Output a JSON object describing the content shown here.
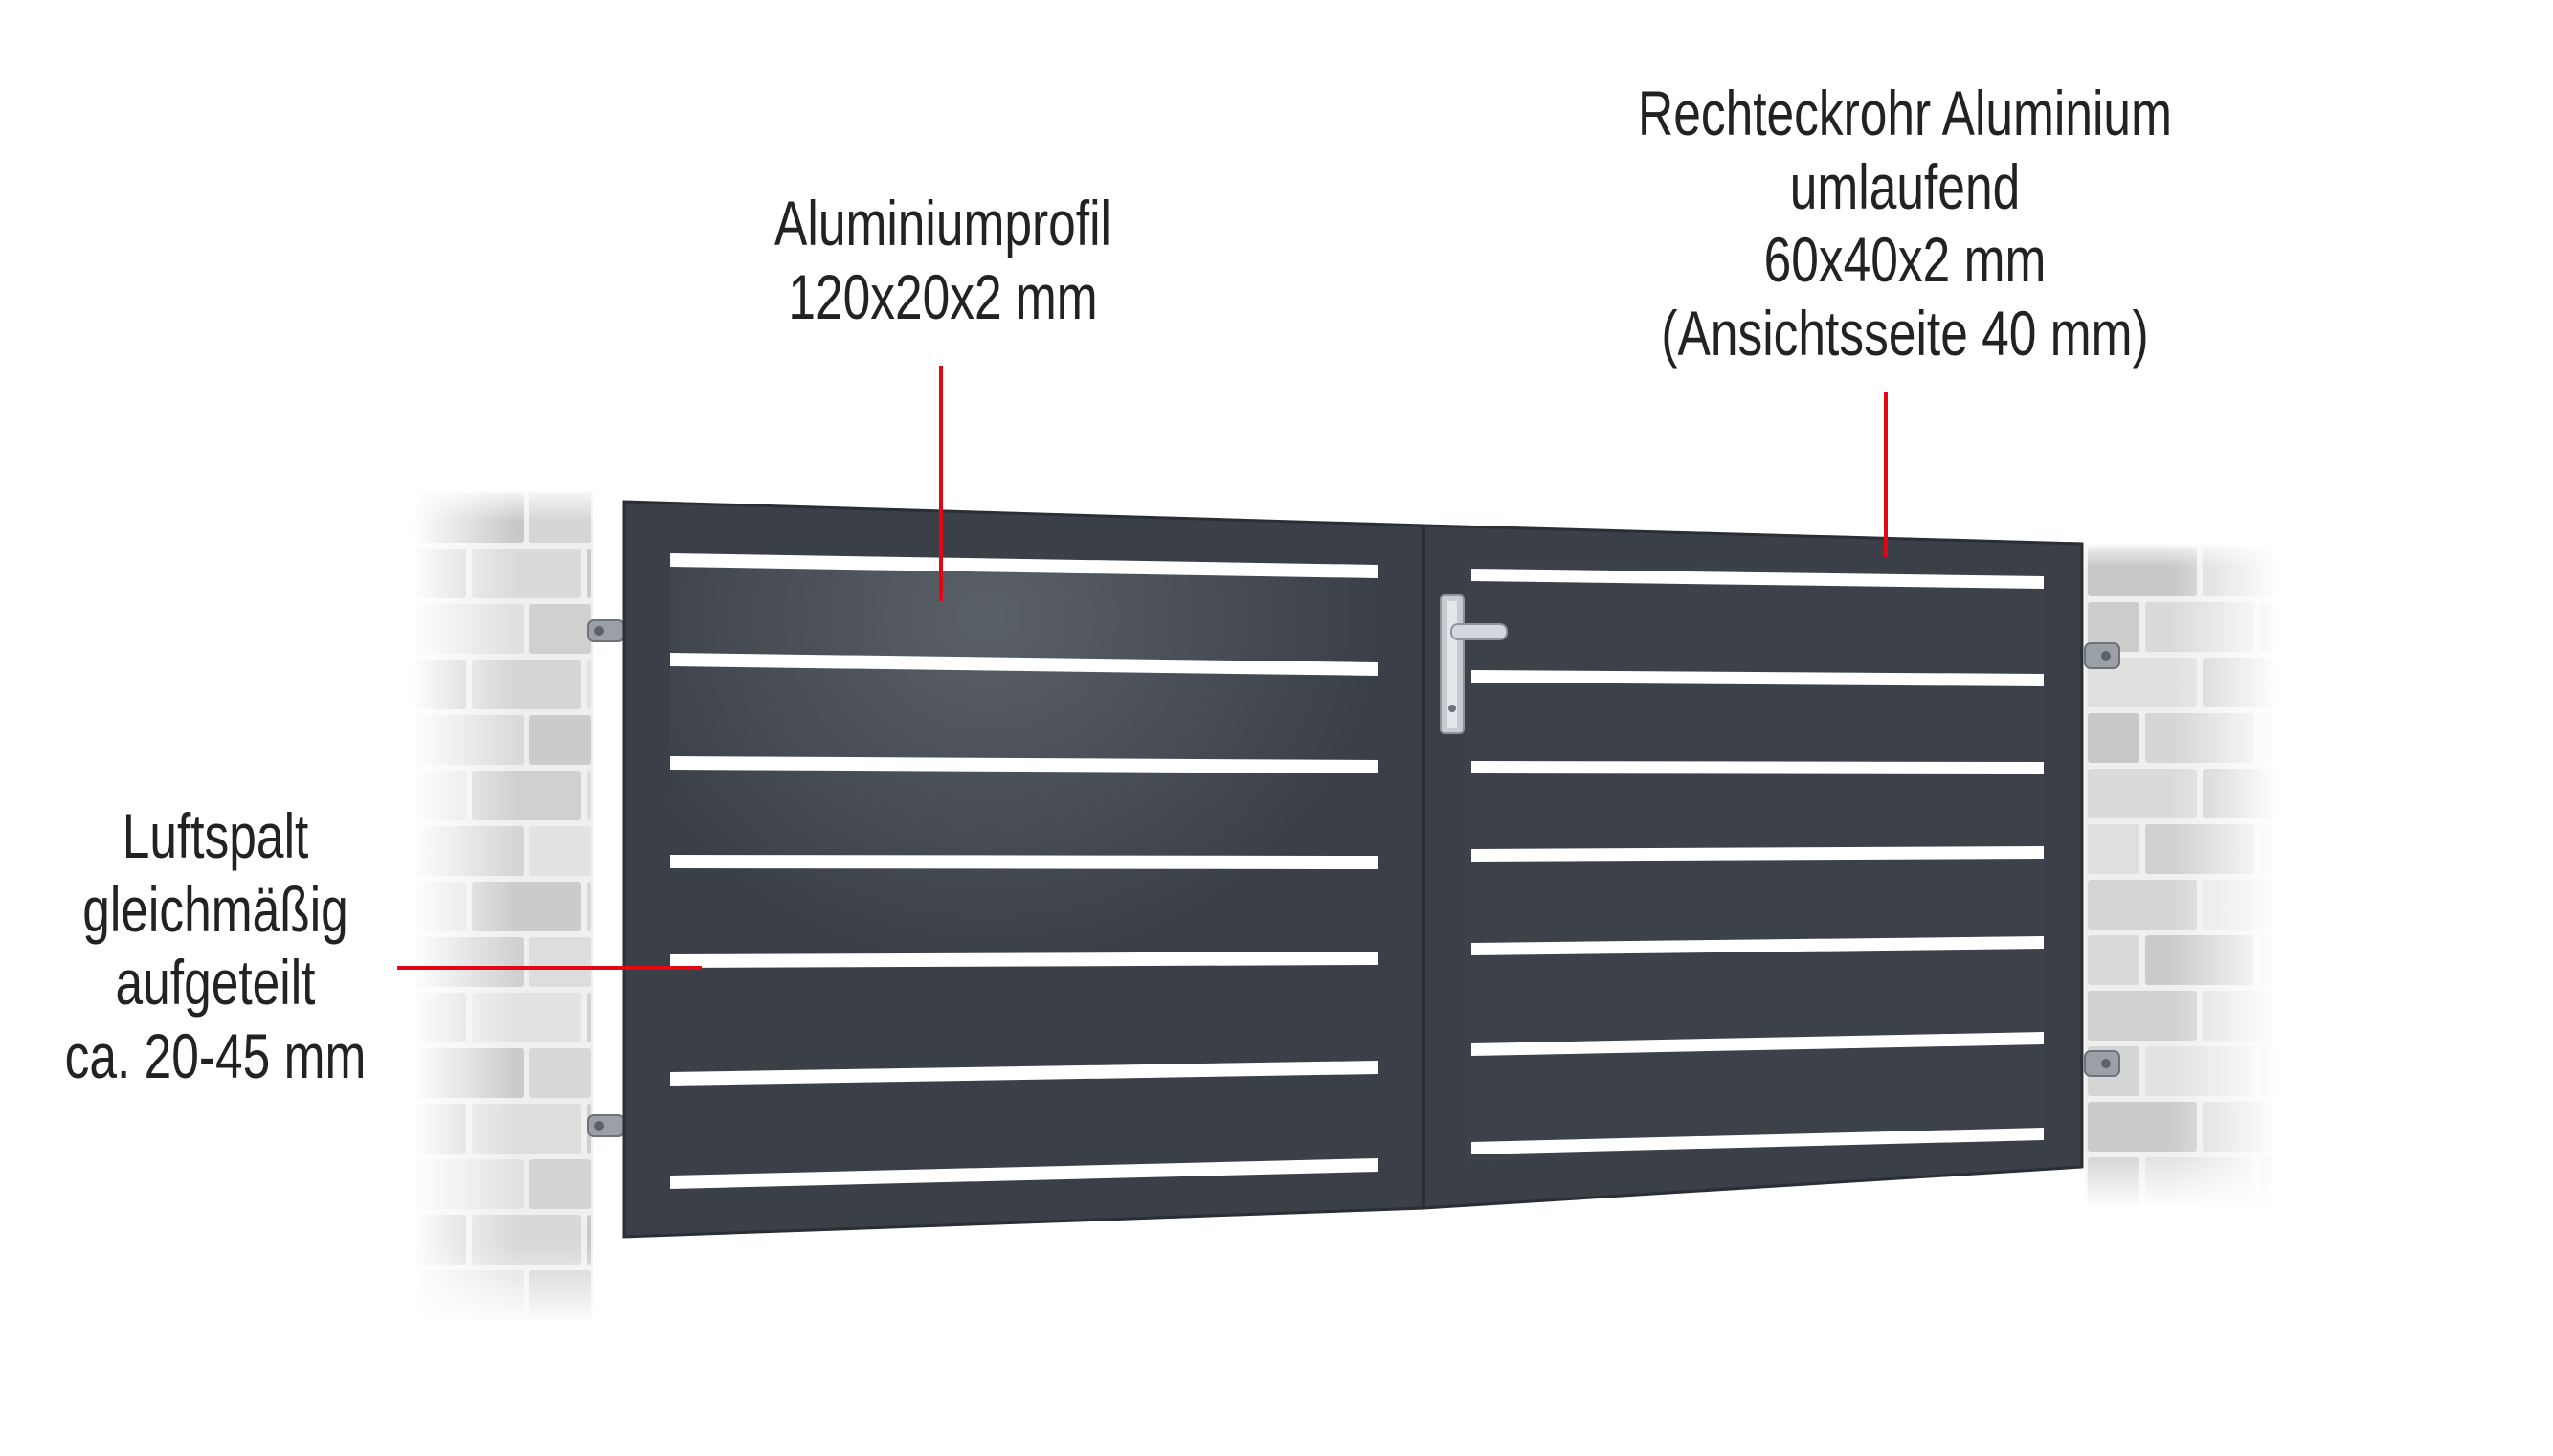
{
  "annotations": {
    "profile": {
      "lines": [
        "Aluminiumprofil",
        "120x20x2 mm"
      ]
    },
    "frame": {
      "lines": [
        "Rechteckrohr Aluminium",
        "umlaufend",
        "60x40x2 mm",
        "(Ansichtsseite 40 mm)"
      ]
    },
    "gap": {
      "lines": [
        "Luftspalt",
        "gleichmäßig",
        "aufgeteilt",
        "ca. 20-45 mm"
      ]
    }
  },
  "colors": {
    "gate": "#3b4048",
    "gate_edge": "#2a2e35",
    "gap": "#ffffff",
    "brick": "#d6d6d6",
    "mortar": "#efefef",
    "leader_line": "#e30613",
    "text": "#222222"
  },
  "icons": {
    "handle": "door-handle-icon",
    "hinge": "gate-hinge-icon"
  }
}
